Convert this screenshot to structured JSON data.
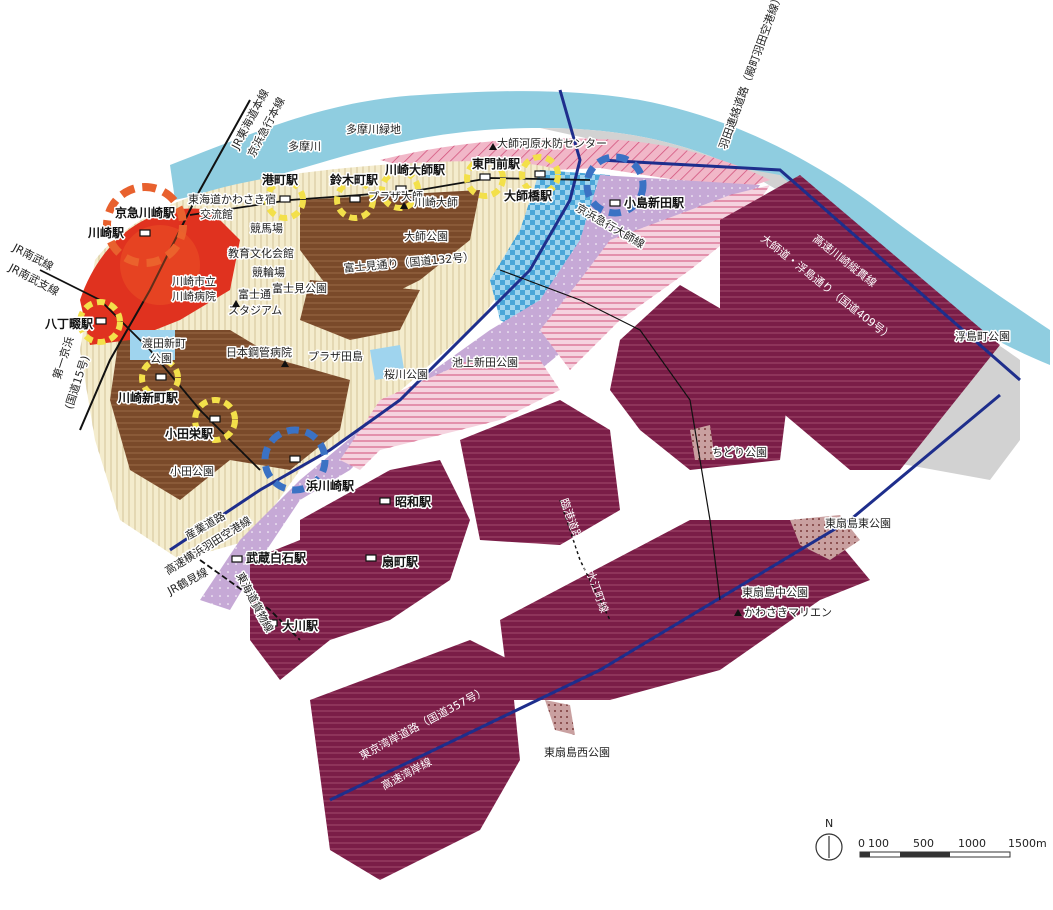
{
  "colors": {
    "water": "#8fcde0",
    "industrial": "#7a1d47",
    "commercial": "#e0321f",
    "residential_brown": "#7a4a2a",
    "residential_light": "#f4eccd",
    "mixed_purple": "#c6a9d6",
    "pink_hatch": "#e88aa6",
    "blue_check": "#5ab4dd",
    "park": "#c9a0a0",
    "gray_reclaimed": "#cfcfcf",
    "expressway": "#1e2e8c",
    "railway": "#111111",
    "orange_ring": "#e8612e",
    "yellow_ring": "#f3e04a",
    "blue_ring": "#3b72c4"
  },
  "stations": {
    "kawasaki": "川崎駅",
    "keikyu_kawasaki": "京急川崎駅",
    "hatchonawate": "八丁畷駅",
    "kawasaki_shinmachi": "川崎新町駅",
    "odasakae": "小田栄駅",
    "hamakawasaki": "浜川崎駅",
    "showa": "昭和駅",
    "ogimachi": "扇町駅",
    "musashi_shiraishi": "武蔵白石駅",
    "okawa": "大川駅",
    "minatocho": "港町駅",
    "suzukicho": "鈴木町駅",
    "kawasaki_daishi": "川崎大師駅",
    "higashimonzen": "東門前駅",
    "daishibashi": "大師橋駅",
    "kojima_shinden": "小島新田駅"
  },
  "rail_lines": {
    "tokaido": "JR東海道本線",
    "keikyu_main": "京浜急行本線",
    "nambu": "JR南武線",
    "nambu_branch": "JR南武支線",
    "tsurumi": "JR鶴見線",
    "keikyu_daishi": "京浜急行大師線",
    "tokaido_freight": "東海道貨物線"
  },
  "roads": {
    "daiichi_keihin": "第一京浜",
    "route15": "(国道15号)",
    "sangyo": "産業道路",
    "shuto_haneda": "高速横浜羽田空港線",
    "fujimi_dori": "富士見通り（国道132号）",
    "haneda_renraku": "羽田連絡道路（殿町羽田空港線）",
    "daishi_ukishima": "大師道・浮島通り（国道409号）",
    "shuto_kawasaki": "高速川崎縦貫線",
    "higashi_keihin": "東京湾岸道路（国道357号）",
    "shuto_wangan": "高速湾岸線",
    "daini_kaido": "臨港道路東扇島水江町線"
  },
  "places": {
    "tamagawa": "多摩川",
    "tamagawa_ryokuchi": "多摩川緑地",
    "daishi_kasen": "大師河原水防センター",
    "tokaido_kawasaki": "東海道かわさき宿",
    "koryukan": "交流館",
    "keibajo": "競馬場",
    "kyoiku_bunka": "教育文化会館",
    "keirinjo": "競輪場",
    "fujimi_koen": "富士見公園",
    "todoroki": "富士通",
    "stadium": "スタジアム",
    "kawasaki_shiritsu": "川崎市立",
    "kawasaki_byoin": "川崎病院",
    "nihon_kokan": "日本鋼管病院",
    "plaza_tajima": "プラザ田島",
    "watarida_shinmachi": "渡田新町",
    "koen": "公園",
    "sakuragawa": "桜川公園",
    "ikegami_shinden": "池上新田公園",
    "daishi_koen": "大師公園",
    "plaza_daishi": "プラザ大師",
    "kawasaki_daishi_place": "川崎大師",
    "oda_koen": "小田公園",
    "chidori": "ちどり公園",
    "ukishima": "浮島町公園",
    "higashiogishima_higashi": "東扇島東公園",
    "higashiogishima_naka": "東扇島中公園",
    "marien": "かわさきマリエン",
    "higashiogishima_nishi": "東扇島西公園"
  },
  "scale": {
    "north": "N",
    "ticks": [
      "0",
      "100",
      "500",
      "1000",
      "1500m"
    ]
  }
}
